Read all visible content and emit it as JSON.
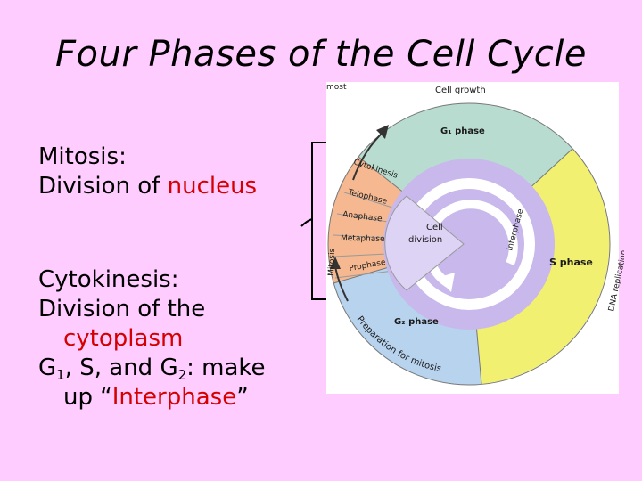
{
  "slide": {
    "title": "Four Phases of the Cell Cycle",
    "mitosis_heading": "Mitosis:",
    "mitosis_desc_prefix": "Division of ",
    "mitosis_desc_highlight": "nucleus",
    "cytokinesis_heading": "Cytokinesis:",
    "cytokinesis_desc_line1": "Division of the",
    "cytokinesis_desc_highlight": "cytoplasm",
    "interphase_g": "G",
    "interphase_sub1": "1",
    "interphase_mid": ", S, and G",
    "interphase_sub2": "2",
    "interphase_suffix": ": make",
    "interphase_line2_prefix": "up “",
    "interphase_line2_highlight": "Interphase",
    "interphase_line2_suffix": "”"
  },
  "diagram": {
    "corner_fragment": "most",
    "cell_growth": "Cell growth",
    "g1_phase": "G₁ phase",
    "s_phase": "S phase",
    "dna_replication": "DNA replication",
    "g2_phase": "G₂ phase",
    "preparation_for_mitosis": "Preparation for mitosis",
    "mitosis": "Mitosis",
    "cytokinesis": "Cytokinesis",
    "telophase": "Telophase",
    "anaphase": "Anaphase",
    "metaphase": "Metaphase",
    "prophase": "Prophase",
    "interphase": "Interphase",
    "cell": "Cell",
    "division": "division"
  },
  "colors": {
    "background": "#ffccff",
    "highlight_red": "#d40000",
    "g1_teal": "#b8ddd0",
    "s_yellow": "#f2f070",
    "g2_blue": "#b7d3ee",
    "mitosis_orange": "#f5b890",
    "inner_purple": "#c8b8ec"
  }
}
